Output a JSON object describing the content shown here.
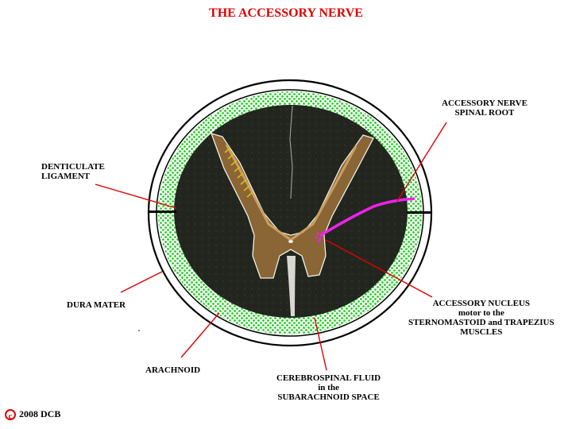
{
  "title": "THE ACCESSORY NERVE",
  "labels": {
    "spinal_root_1": "ACCESSORY NERVE",
    "spinal_root_2": "SPINAL ROOT",
    "denticulate_1": "DENTICULATE",
    "denticulate_2": "LIGAMENT",
    "dura": "DURA MATER",
    "nucleus_1": "ACCESSORY NUCLEUS",
    "nucleus_2": "motor to the",
    "nucleus_3": "STERNOMASTOID and TRAPEZIUS",
    "nucleus_4": "MUSCLES",
    "arachnoid": "ARACHNOID",
    "csf_1": "CEREBROSPINAL FLUID",
    "csf_2": "in the",
    "csf_3": "SUBARACHNOID SPACE"
  },
  "copyright": {
    "symbol": "c",
    "text": "2008  DCB"
  },
  "colors": {
    "title": "#e00000",
    "leader_lines": "#e00000",
    "csf_green": "#22cc22",
    "nerve_root": "#ee22ee",
    "white_matter": "#23261f",
    "gray_matter": "#8a6535"
  }
}
